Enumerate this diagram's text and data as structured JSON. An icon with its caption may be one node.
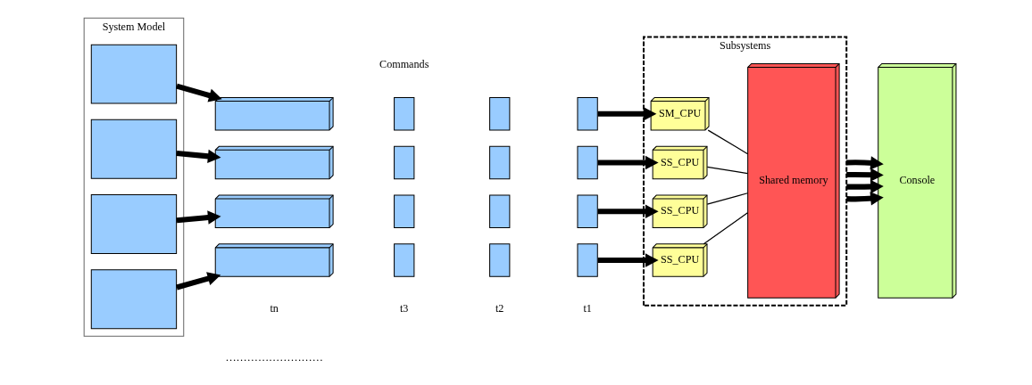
{
  "diagram": {
    "nodes": [
      {
        "text": [
          "System Model"
        ]
      },
      {
        "text": [],
        "shape": "box",
        "in": 0
      },
      {
        "text": [],
        "shape": "box",
        "in": 0
      },
      {
        "text": [],
        "shape": "box",
        "in": 0
      },
      {
        "text": [],
        "shape": "box",
        "in": 0
      },
      {
        "text": [],
        "shape": "bar"
      },
      {
        "text": [],
        "shape": "bar"
      },
      {
        "text": [],
        "shape": "bar"
      },
      {
        "text": [],
        "shape": "bar"
      },
      {
        "text": [],
        "shape": "box"
      },
      {
        "text": [],
        "shape": "box"
      },
      {
        "text": [],
        "shape": "box"
      },
      {
        "text": [],
        "shape": "box"
      },
      {
        "text": [],
        "shape": "box"
      },
      {
        "text": [],
        "shape": "box"
      },
      {
        "text": [],
        "shape": "box"
      },
      {
        "text": [],
        "shape": "box"
      },
      {
        "text": [],
        "shape": "box"
      },
      {
        "text": [],
        "shape": "box"
      },
      {
        "text": [],
        "shape": "box"
      },
      {
        "text": [],
        "shape": "box"
      },
      {
        "text": [
          "Subsystems"
        ]
      },
      {
        "text": [
          "SM_CPU"
        ],
        "in": 21
      },
      {
        "text": [
          "SS_CPU"
        ],
        "in": 21
      },
      {
        "text": [
          "SS_CPU"
        ],
        "in": 21
      },
      {
        "text": [
          "SS_CPU"
        ],
        "in": 21
      },
      {
        "text": [
          "Shared memory"
        ],
        "in": 21
      },
      {
        "text": [
          "Console"
        ]
      }
    ],
    "edges": [
      {
        "from": 1,
        "to": 5,
        "arrow": "to"
      },
      {
        "from": 2,
        "to": 6,
        "arrow": "to"
      },
      {
        "from": 3,
        "to": 7,
        "arrow": "to"
      },
      {
        "from": 4,
        "to": 8,
        "arrow": "to"
      },
      {
        "from": 11,
        "to": 22,
        "arrow": "to"
      },
      {
        "from": 14,
        "to": 23,
        "arrow": "to"
      },
      {
        "from": 17,
        "to": 24,
        "arrow": "to"
      },
      {
        "from": 20,
        "to": 25,
        "arrow": "to"
      },
      {
        "from": 22,
        "to": 26,
        "arrow": "none"
      },
      {
        "from": 23,
        "to": 26,
        "arrow": "none"
      },
      {
        "from": 24,
        "to": 26,
        "arrow": "none"
      },
      {
        "from": 25,
        "to": 26,
        "arrow": "none"
      },
      {
        "from": 21,
        "to": 27,
        "arrow": "to"
      },
      {
        "from": 21,
        "to": 27,
        "arrow": "to"
      },
      {
        "from": 21,
        "to": 27,
        "arrow": "to"
      },
      {
        "from": 21,
        "to": 27,
        "arrow": "to"
      }
    ],
    "labels": [
      "Commands",
      "tn",
      "………………………",
      "t3",
      "t2",
      "t1"
    ]
  }
}
